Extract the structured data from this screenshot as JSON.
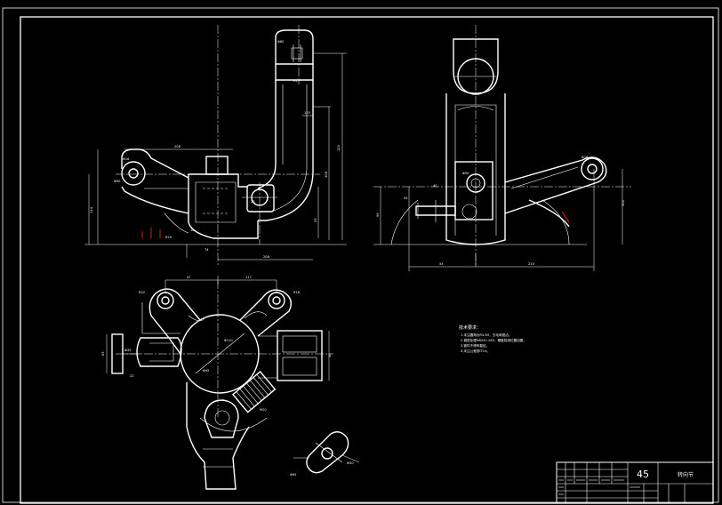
{
  "title_block": {
    "material": "45",
    "part_name": "转向节"
  },
  "technical_requirements": {
    "heading": "技术要求：",
    "items": [
      "1.未注圆角为R3-R5，去毛刺锐边。",
      "2.调质处理HB241-285，硬度检测位置如图。",
      "3.锻件不得有裂纹。",
      "4.未注公差按IT14。"
    ]
  },
  "dimensions": {
    "front": [
      "208",
      "114",
      "208",
      "74",
      "120",
      "308",
      "29",
      "Φ60",
      "Φ50",
      "R20",
      "R15",
      "125",
      "16",
      "20",
      "Φ16"
    ],
    "side": [
      "210",
      "54",
      "300",
      "99",
      "55",
      "Φ50",
      "40",
      "Φ16"
    ],
    "top": [
      "47",
      "117",
      "Φ110",
      "Φ95",
      "R22",
      "R18",
      "Φ35",
      "M20",
      "30",
      "63",
      "22"
    ]
  },
  "colors": {
    "background": "#000000",
    "line": "#ffffff",
    "accent": "#ff2a2a"
  }
}
